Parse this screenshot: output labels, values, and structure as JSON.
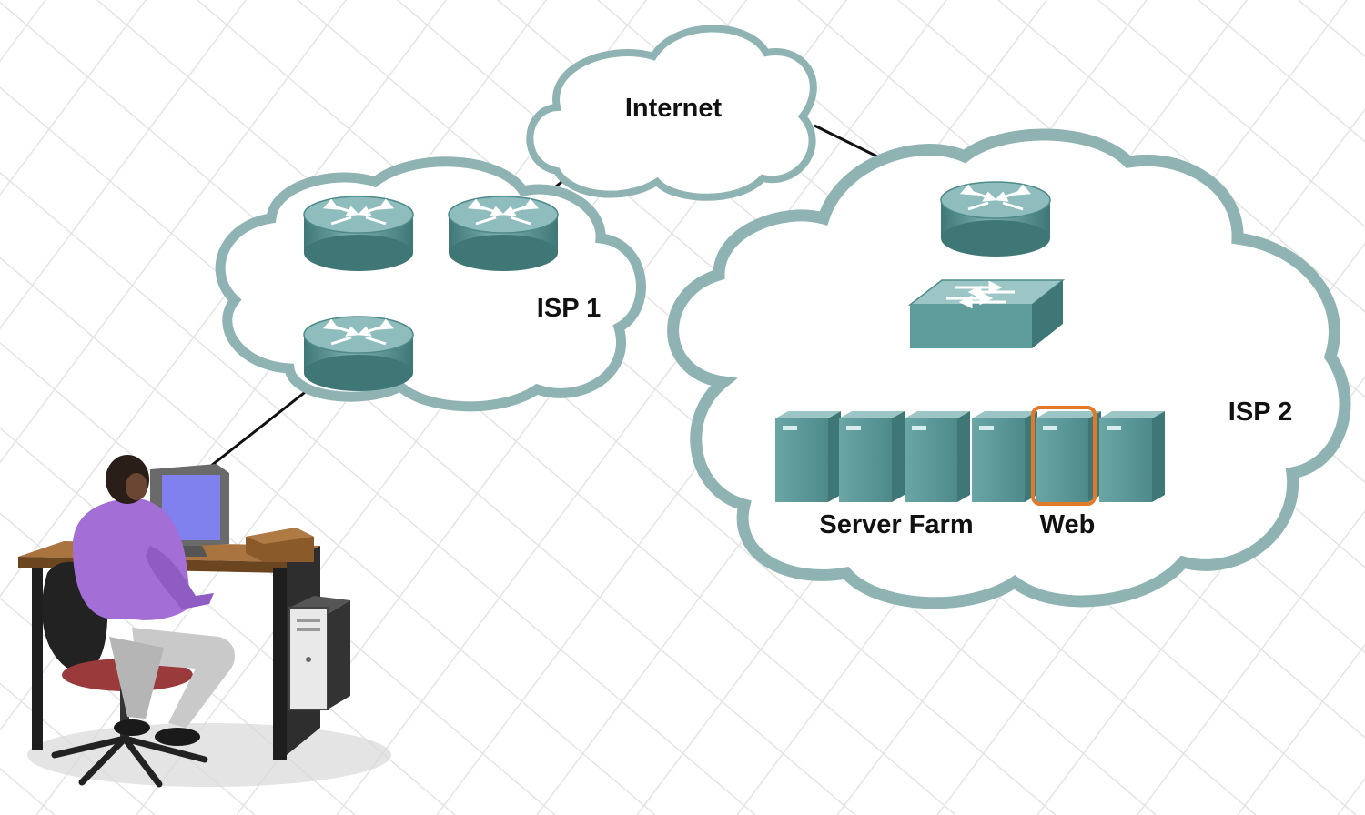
{
  "labels": {
    "internet": "Internet",
    "isp1": "ISP 1",
    "isp2": "ISP 2",
    "server_farm": "Server Farm",
    "web": "Web"
  },
  "colors": {
    "cloud_outline": "#8fb3b3",
    "device_teal": "#5f9c9c",
    "device_dark": "#3f7777",
    "device_light": "#9cc6c6",
    "link": "#111111",
    "web_highlight": "#e07a2a",
    "grid": "#e4e4e4"
  },
  "icons": {
    "router": "router-icon",
    "switch": "switch-icon",
    "server": "server-icon",
    "workstation": "user-workstation-icon"
  }
}
